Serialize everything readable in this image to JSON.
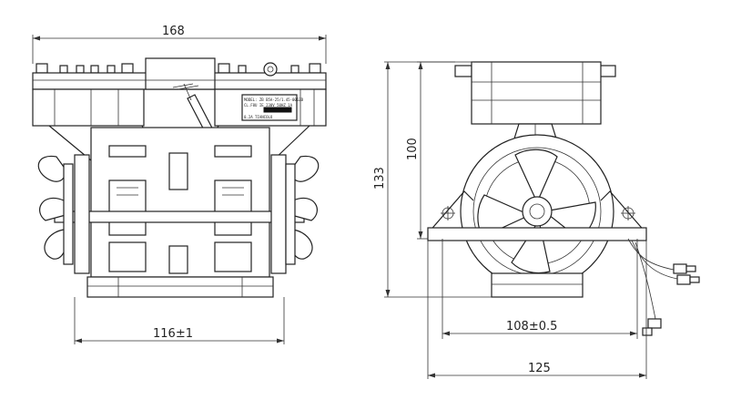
{
  "dimensions": {
    "front_width": "168",
    "base_width": "116±1",
    "side_total_height": "133",
    "side_height": "100",
    "side_base_width": "108±0.5",
    "side_total_width": "125"
  },
  "nameplate": {
    "line1": "MODEL: ZB B5A-25/1.45-006ZB",
    "line2": "CL.F8U  IE  230V 50HZ  1A",
    "line3": "0.2A           TIANCOLO"
  }
}
